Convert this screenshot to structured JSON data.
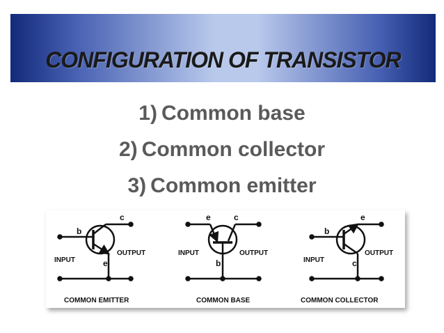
{
  "slide": {
    "title": "CONFIGURATION OF TRANSISTOR",
    "items": [
      {
        "number": "1)",
        "label": "Common base"
      },
      {
        "number": "2)",
        "label": "Common collector"
      },
      {
        "number": "3)",
        "label": "Common emitter"
      }
    ]
  },
  "diagram": {
    "emitter": {
      "caption": "COMMON EMITTER",
      "input": "INPUT",
      "output": "OUTPUT",
      "b": "b",
      "c": "c",
      "e": "e"
    },
    "base": {
      "caption": "COMMON BASE",
      "input": "INPUT",
      "output": "OUTPUT",
      "b": "b",
      "c": "c",
      "e": "e"
    },
    "collector": {
      "caption": "COMMON COLLECTOR",
      "input": "INPUT",
      "output": "OUTPUT",
      "b": "b",
      "c": "c",
      "e": "e"
    }
  },
  "colors": {
    "banner_dark": "#132a7a",
    "banner_light": "#b9c9ec",
    "list_text": "#5a5a5a"
  }
}
